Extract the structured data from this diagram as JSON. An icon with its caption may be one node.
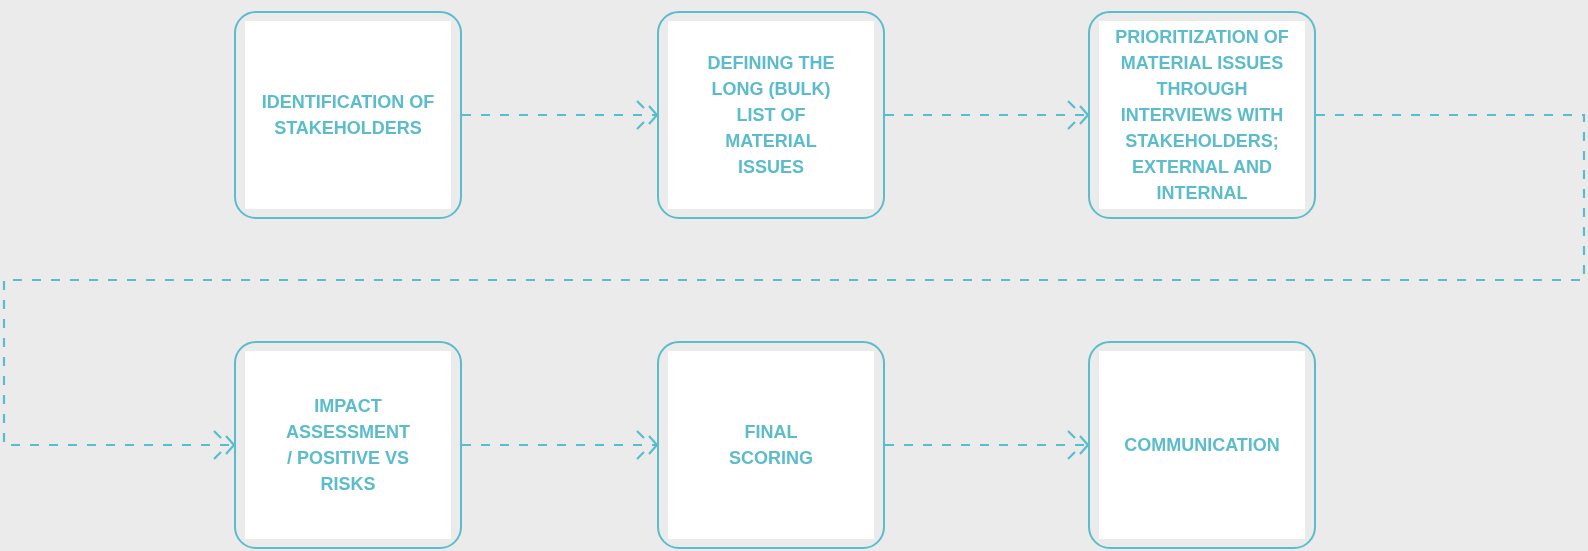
{
  "diagram": {
    "nodes": [
      {
        "text": [
          "IDENTIFICATION OF STAKEHOLDERS"
        ]
      },
      {
        "text": [
          "DEFINING THE LONG (BULK) LIST OF MATERIAL ISSUES"
        ]
      },
      {
        "text": [
          "PRIORITIZATION OF MATERIAL ISSUES THROUGH INTERVIEWS WITH STAKEHOLDERS; EXTERNAL AND INTERNAL"
        ]
      },
      {
        "text": [
          "IMPACT ASSESSMENT / POSITIVE VS RISKS"
        ]
      },
      {
        "text": [
          "FINAL SCORING"
        ]
      },
      {
        "text": [
          "COMMUNICATION"
        ]
      }
    ],
    "edges": [
      {
        "from": 0,
        "to": 1,
        "arrow": "to",
        "style": "dashed"
      },
      {
        "from": 1,
        "to": 2,
        "arrow": "to",
        "style": "dashed"
      },
      {
        "from": 2,
        "to": 3,
        "arrow": "to",
        "style": "dashed"
      },
      {
        "from": 3,
        "to": 4,
        "arrow": "to",
        "style": "dashed"
      },
      {
        "from": 4,
        "to": 5,
        "arrow": "to",
        "style": "dashed"
      }
    ]
  }
}
